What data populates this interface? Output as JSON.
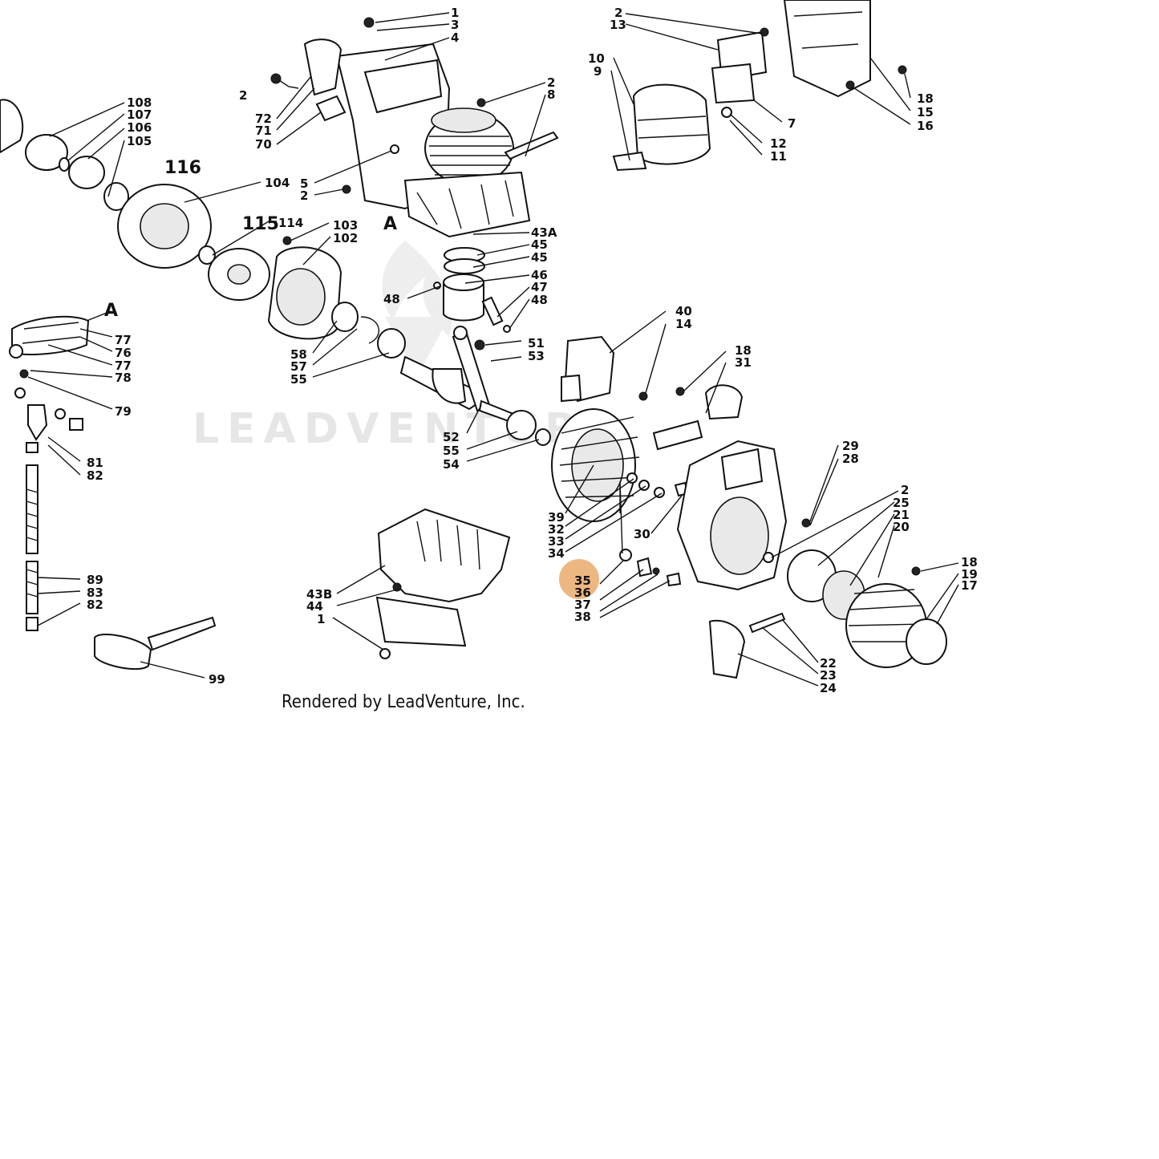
{
  "watermark": "LEADVENTURE",
  "credit": "Rendered by LeadVenture, Inc.",
  "colors": {
    "highlight": "#e8a35f",
    "ink": "#111111",
    "watermark": "#e6e6e6"
  },
  "labels": {
    "l1a": "1",
    "l3a": "3",
    "l4": "4",
    "l2a": "2",
    "l72": "72",
    "l71": "71",
    "l70": "70",
    "l2b": "2",
    "l8": "8",
    "l5": "5",
    "l2c": "2",
    "l43a": "43A",
    "l45a": "45",
    "l45b": "45",
    "l46": "46",
    "l47": "47",
    "l48a": "48",
    "l48b": "48",
    "lA1": "A",
    "l108": "108",
    "l107": "107",
    "l106": "106",
    "l105": "105",
    "l116": "116",
    "l104": "104",
    "l115": "115",
    "l114": "114",
    "l103": "103",
    "l102": "102",
    "l58": "58",
    "l57": "57",
    "l55a": "55",
    "l51": "51",
    "l53": "53",
    "l52": "52",
    "l55b": "55",
    "l54": "54",
    "lA2": "A",
    "l77a": "77",
    "l76": "76",
    "l77b": "77",
    "l78": "78",
    "l79": "79",
    "l81": "81",
    "l82a": "82",
    "l89": "89",
    "l83": "83",
    "l82b": "82",
    "l99": "99",
    "l43b": "43B",
    "l44": "44",
    "l1b": "1",
    "l2d": "2",
    "l13": "13",
    "l10": "10",
    "l9": "9",
    "l7": "7",
    "l12": "12",
    "l11": "11",
    "l18a": "18",
    "l15": "15",
    "l16": "16",
    "l40": "40",
    "l14": "14",
    "l18b": "18",
    "l31": "31",
    "l29": "29",
    "l28": "28",
    "l2e": "2",
    "l25": "25",
    "l21": "21",
    "l20": "20",
    "l39": "39",
    "l32": "32",
    "l33": "33",
    "l34": "34",
    "l30": "30",
    "l35": "35",
    "l36": "36",
    "l37": "37",
    "l38": "38",
    "l18c": "18",
    "l19": "19",
    "l17": "17",
    "l22": "22",
    "l23": "23",
    "l24": "24"
  }
}
